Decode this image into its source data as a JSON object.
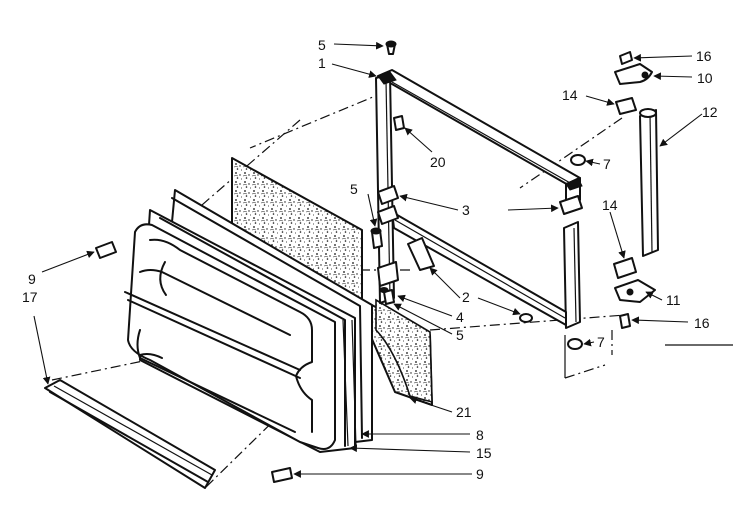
{
  "diagram": {
    "callouts": [
      {
        "id": "c5-top",
        "label": "5"
      },
      {
        "id": "c1",
        "label": "1"
      },
      {
        "id": "c20",
        "label": "20"
      },
      {
        "id": "c5-mid",
        "label": "5"
      },
      {
        "id": "c3",
        "label": "3"
      },
      {
        "id": "c7-top",
        "label": "7"
      },
      {
        "id": "c14-top",
        "label": "14"
      },
      {
        "id": "c16-top",
        "label": "16"
      },
      {
        "id": "c10",
        "label": "10"
      },
      {
        "id": "c12",
        "label": "12"
      },
      {
        "id": "c14-bot",
        "label": "14"
      },
      {
        "id": "c11",
        "label": "11"
      },
      {
        "id": "c16-bot",
        "label": "16"
      },
      {
        "id": "c2",
        "label": "2"
      },
      {
        "id": "c4",
        "label": "4"
      },
      {
        "id": "c5-low",
        "label": "5"
      },
      {
        "id": "c7-bot",
        "label": "7"
      },
      {
        "id": "c21",
        "label": "21"
      },
      {
        "id": "c8",
        "label": "8"
      },
      {
        "id": "c15",
        "label": "15"
      },
      {
        "id": "c9-bot",
        "label": "9"
      },
      {
        "id": "c9-left",
        "label": "9"
      },
      {
        "id": "c17",
        "label": "17"
      }
    ]
  },
  "colors": {
    "ink": "#111111",
    "paper": "#ffffff"
  }
}
